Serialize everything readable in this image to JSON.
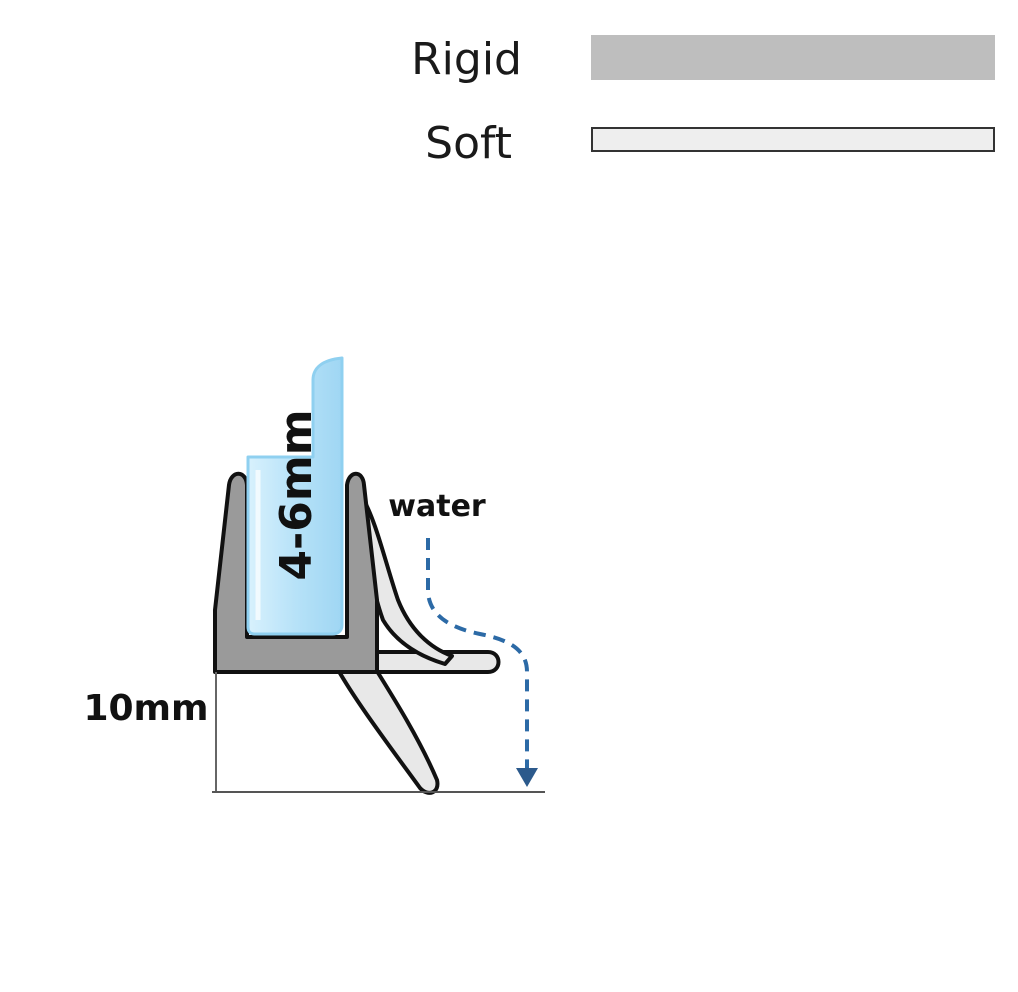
{
  "legend": {
    "items": [
      {
        "label": "Rigid",
        "color": "#bebebe",
        "border": "#bebebe"
      },
      {
        "label": "Soft",
        "color": "#eeeeee",
        "border": "#333333"
      }
    ]
  },
  "diagram": {
    "glass_thickness_label": "4-6mm",
    "water_label": "water",
    "height_label": "10mm",
    "colors": {
      "rigid": "#9a9a9a",
      "soft": "#e8e8e8",
      "glass": "#bfe6fb",
      "outline": "#111111",
      "water_arrow": "#2c5a8c"
    }
  }
}
